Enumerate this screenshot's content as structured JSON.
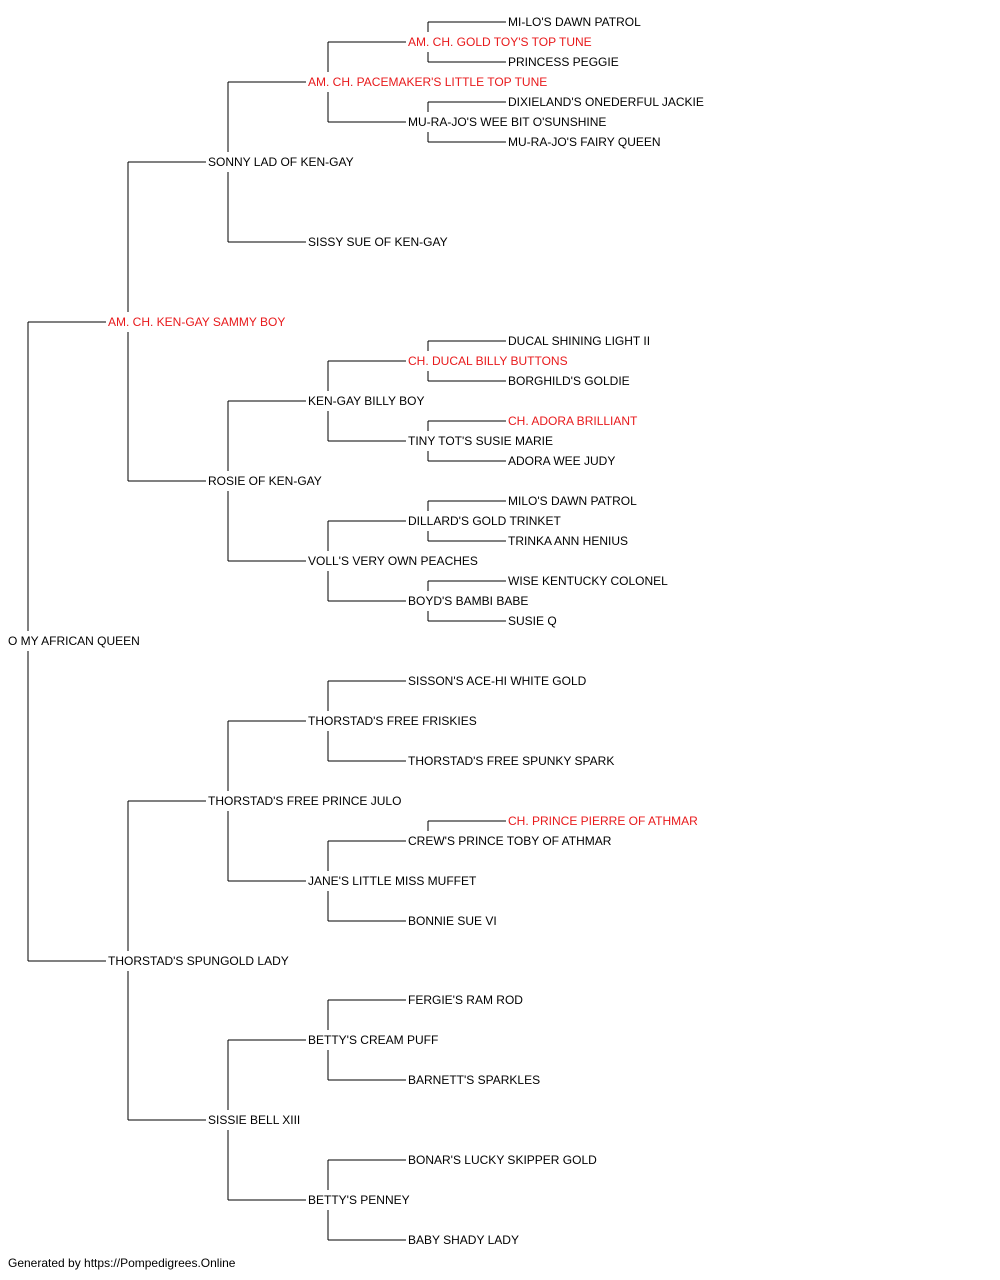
{
  "colors": {
    "text": "#000000",
    "champion": "#e8191b",
    "line": "#000000"
  },
  "pedigree": {
    "name": "O MY AFRICAN QUEEN",
    "champion": false,
    "sire": {
      "name": "AM. CH. KEN-GAY SAMMY BOY",
      "champion": true,
      "sire": {
        "name": "SONNY LAD OF KEN-GAY",
        "champion": false,
        "sire": {
          "name": "AM. CH. PACEMAKER'S LITTLE TOP TUNE",
          "champion": true,
          "sire": {
            "name": "AM. CH. GOLD TOY'S TOP TUNE",
            "champion": true,
            "sire": {
              "name": "MI-LO'S DAWN PATROL",
              "champion": false
            },
            "dam": {
              "name": "PRINCESS PEGGIE",
              "champion": false
            }
          },
          "dam": {
            "name": "MU-RA-JO'S WEE BIT O'SUNSHINE",
            "champion": false,
            "sire": {
              "name": "DIXIELAND'S ONEDERFUL JACKIE",
              "champion": false
            },
            "dam": {
              "name": "MU-RA-JO'S FAIRY QUEEN",
              "champion": false
            }
          }
        },
        "dam": {
          "name": "SISSY SUE OF KEN-GAY",
          "champion": false
        }
      },
      "dam": {
        "name": "ROSIE OF KEN-GAY",
        "champion": false,
        "sire": {
          "name": "KEN-GAY BILLY BOY",
          "champion": false,
          "sire": {
            "name": "CH. DUCAL BILLY BUTTONS",
            "champion": true,
            "sire": {
              "name": "DUCAL SHINING LIGHT II",
              "champion": false
            },
            "dam": {
              "name": "BORGHILD'S GOLDIE",
              "champion": false
            }
          },
          "dam": {
            "name": "TINY TOT'S SUSIE MARIE",
            "champion": false,
            "sire": {
              "name": "CH. ADORA BRILLIANT",
              "champion": true
            },
            "dam": {
              "name": "ADORA WEE JUDY",
              "champion": false
            }
          }
        },
        "dam": {
          "name": "VOLL'S VERY OWN PEACHES",
          "champion": false,
          "sire": {
            "name": "DILLARD'S GOLD TRINKET",
            "champion": false,
            "sire": {
              "name": "MILO'S DAWN PATROL",
              "champion": false
            },
            "dam": {
              "name": "TRINKA ANN HENIUS",
              "champion": false
            }
          },
          "dam": {
            "name": "BOYD'S BAMBI BABE",
            "champion": false,
            "sire": {
              "name": "WISE KENTUCKY COLONEL",
              "champion": false
            },
            "dam": {
              "name": "SUSIE Q",
              "champion": false
            }
          }
        }
      }
    },
    "dam": {
      "name": "THORSTAD'S SPUNGOLD LADY",
      "champion": false,
      "sire": {
        "name": "THORSTAD'S FREE PRINCE JULO",
        "champion": false,
        "sire": {
          "name": "THORSTAD'S FREE FRISKIES",
          "champion": false,
          "sire": {
            "name": "SISSON'S ACE-HI WHITE GOLD",
            "champion": false
          },
          "dam": {
            "name": "THORSTAD'S FREE SPUNKY SPARK",
            "champion": false
          }
        },
        "dam": {
          "name": "JANE'S LITTLE MISS MUFFET",
          "champion": false,
          "sire": {
            "name": "CREW'S PRINCE TOBY OF ATHMAR",
            "champion": false,
            "sire": {
              "name": "CH. PRINCE PIERRE OF ATHMAR",
              "champion": true
            }
          },
          "dam": {
            "name": "BONNIE SUE VI",
            "champion": false
          }
        }
      },
      "dam": {
        "name": "SISSIE BELL XIII",
        "champion": false,
        "sire": {
          "name": "BETTY'S CREAM PUFF",
          "champion": false,
          "sire": {
            "name": "FERGIE'S RAM ROD",
            "champion": false
          },
          "dam": {
            "name": "BARNETT'S SPARKLES",
            "champion": false
          }
        },
        "dam": {
          "name": "BETTY'S PENNEY",
          "champion": false,
          "sire": {
            "name": "BONAR'S LUCKY SKIPPER GOLD",
            "champion": false
          },
          "dam": {
            "name": "BABY SHADY LADY",
            "champion": false
          }
        }
      }
    }
  },
  "footer": "Generated by https://Pompedigrees.Online"
}
